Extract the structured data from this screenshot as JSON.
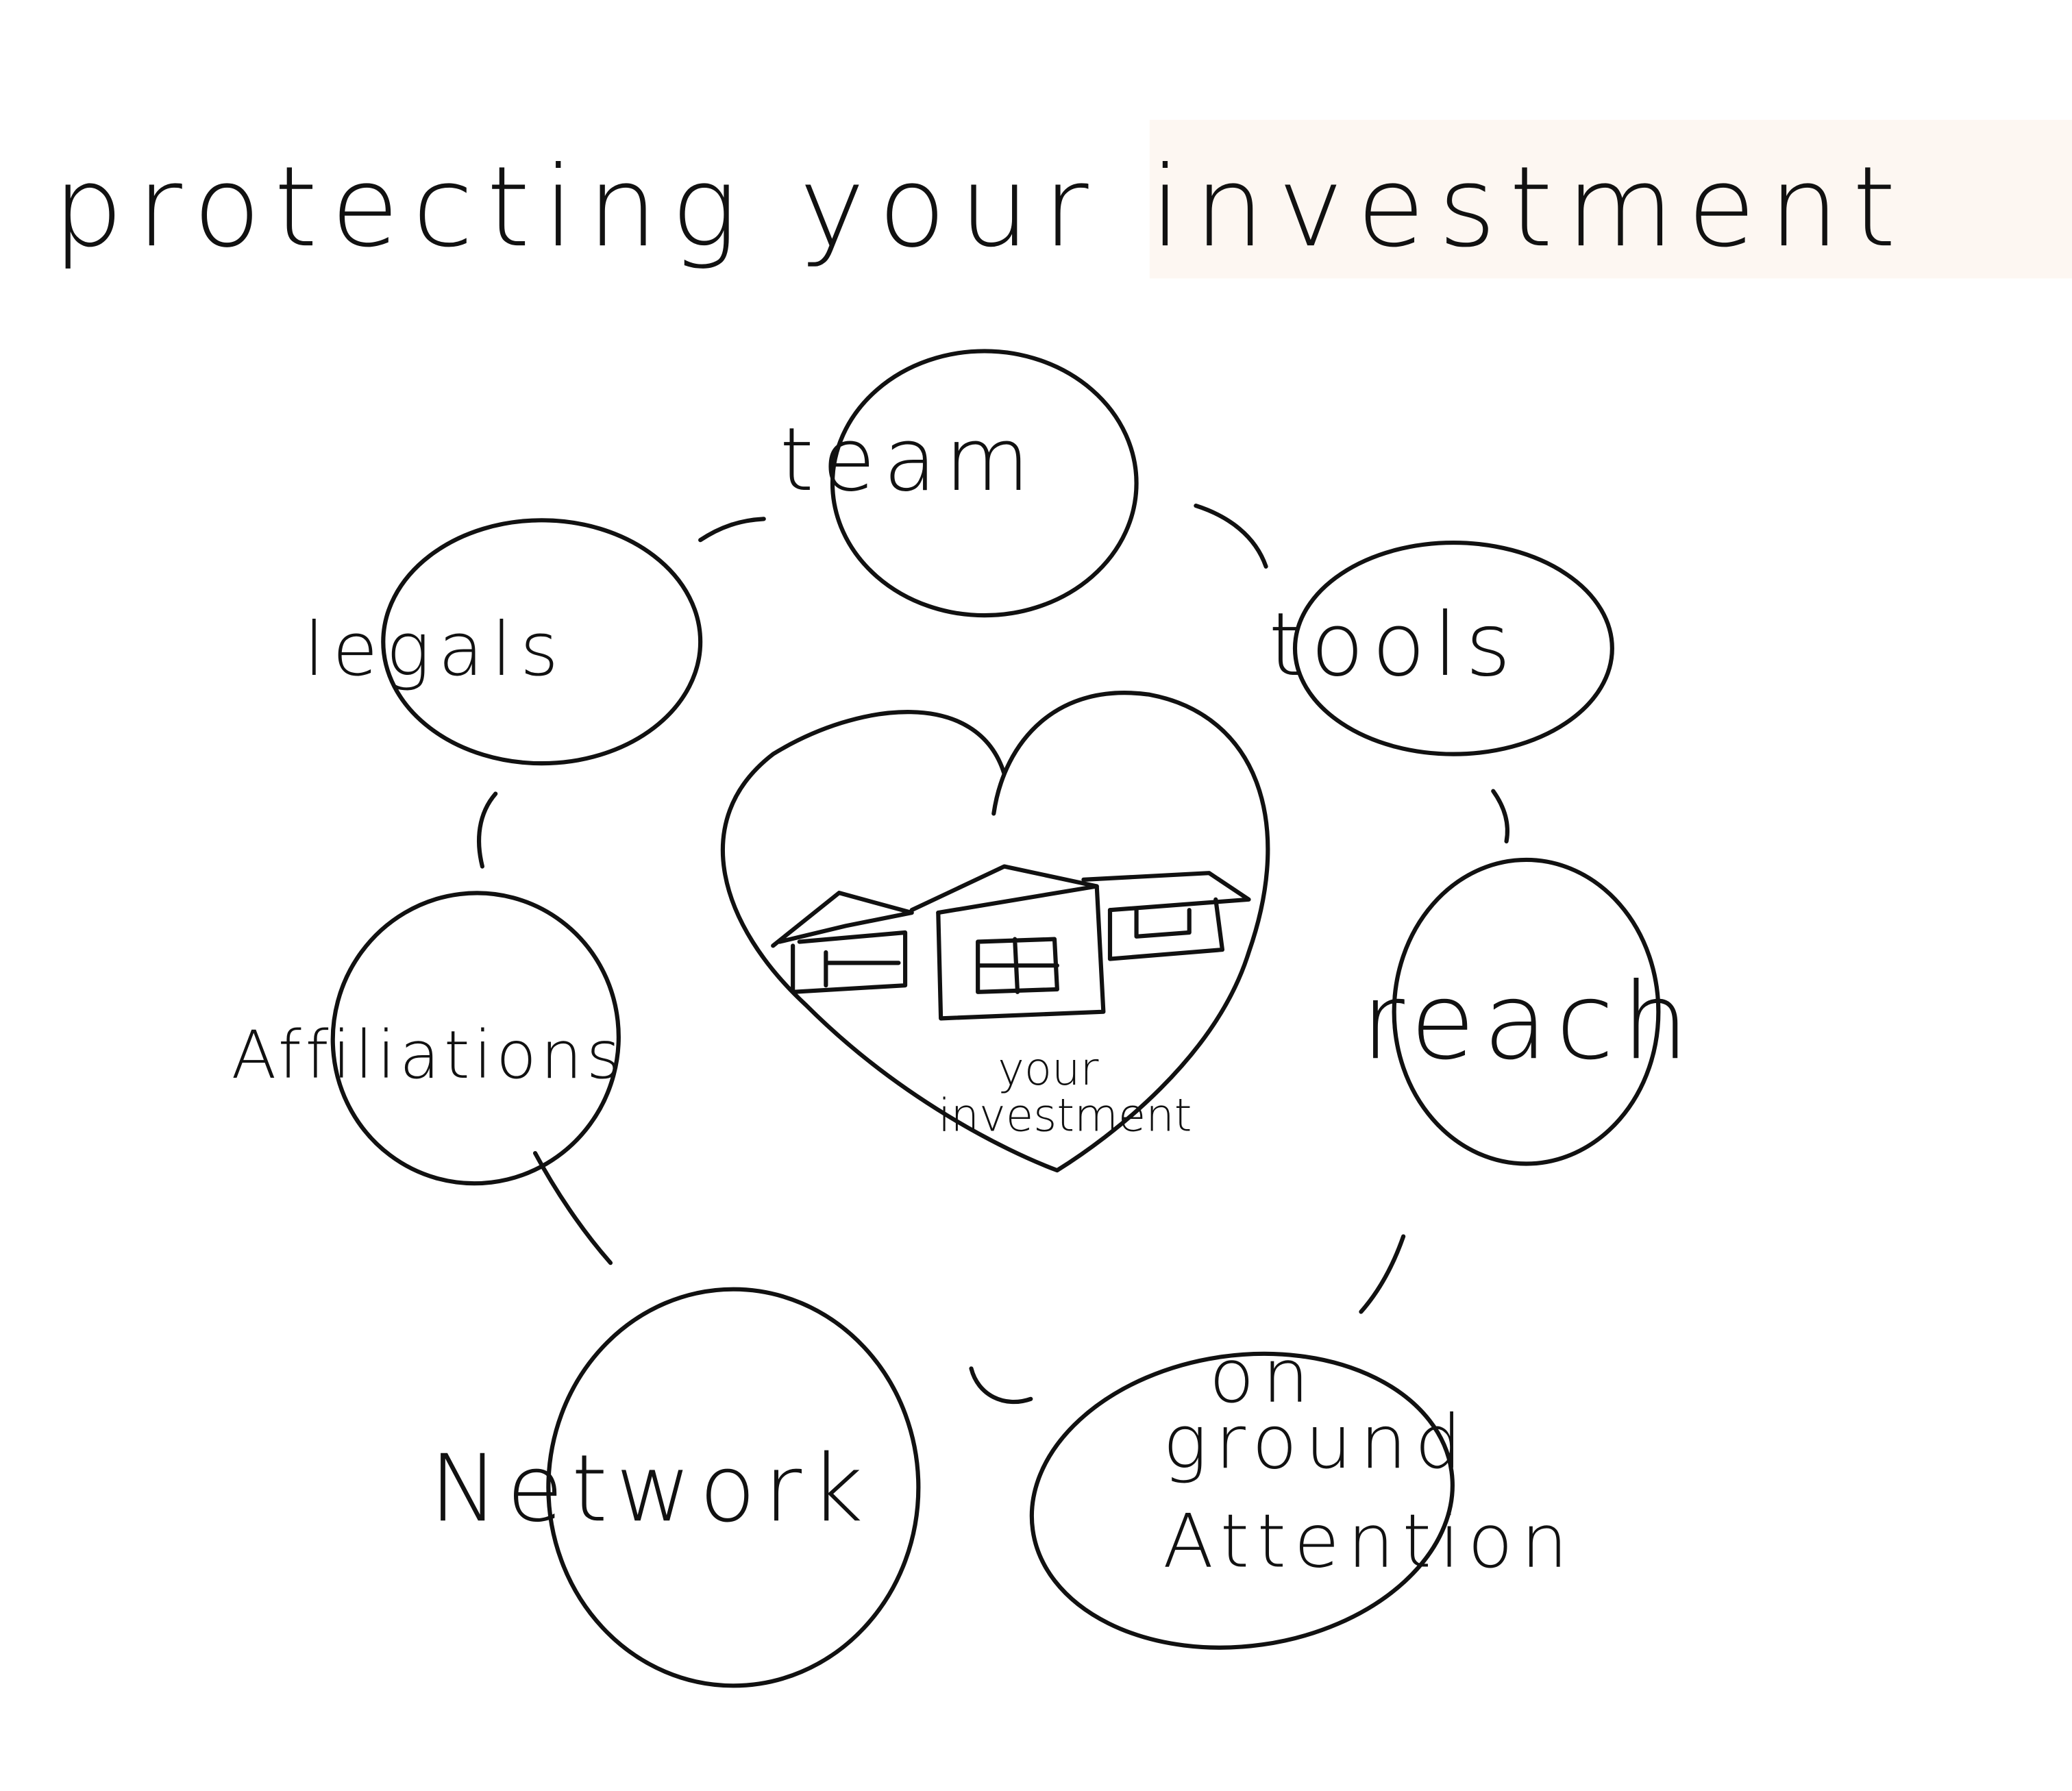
{
  "title": "protecting your investment",
  "center": {
    "label_line1": "your",
    "label_line2": "investment"
  },
  "nodes": {
    "team": "team",
    "tools": "tools",
    "reach": "reach",
    "attention_line1": "on",
    "attention_line2": "ground",
    "attention_line3": "Attention",
    "network": "Network",
    "affiliations": "Affiliations",
    "legals": "legals"
  }
}
